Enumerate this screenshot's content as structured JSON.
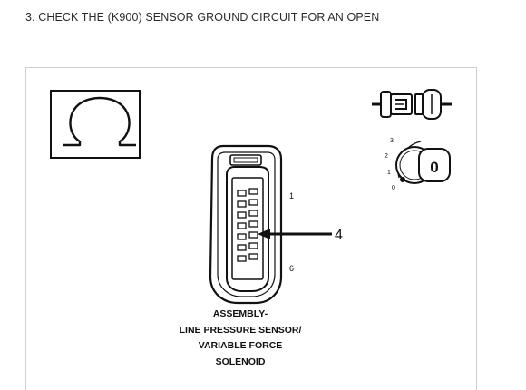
{
  "step": {
    "heading": "3. CHECK THE (K900) SENSOR GROUND CIRCUIT FOR AN OPEN"
  },
  "diagram": {
    "ohmmeter_icon": "omega-ohm-icon",
    "disconnect_icon": "connector-disconnect-icon",
    "ignition_icon": "ignition-key-icon",
    "ignition_positions": [
      "3",
      "2",
      "1",
      "0"
    ],
    "ignition_key_label": "0",
    "connector": {
      "pin_label_top": "1",
      "pin_label_bottom": "6",
      "callout_number": "4"
    },
    "caption_lines": [
      "ASSEMBLY-",
      "LINE PRESSURE SENSOR/",
      "VARIABLE FORCE",
      "SOLENOID"
    ]
  }
}
